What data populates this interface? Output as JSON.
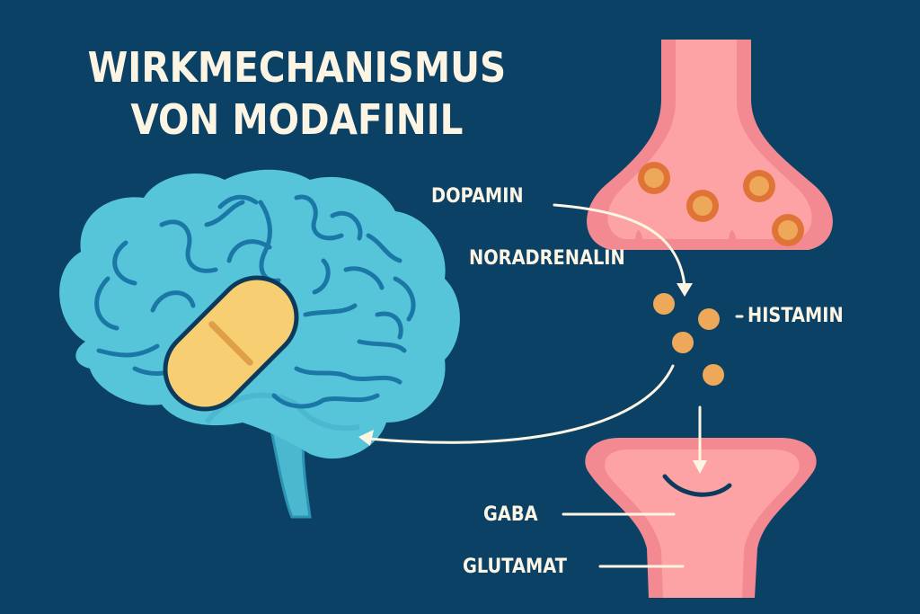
{
  "title": {
    "line1": "WIRKMECHANISMUS",
    "line2": "VON MODAFINIL"
  },
  "labels": {
    "dopamin": "DOPAMIN",
    "noradrenalin": "NORADRENALIN",
    "histamin": "HISTAMIN",
    "gaba": "GABA",
    "glutamat": "GLUTAMAT"
  },
  "icons": {
    "brain": "brain-icon",
    "pill": "pill-icon",
    "presynaptic_neuron": "presynaptic-terminal-icon",
    "postsynaptic_neuron": "postsynaptic-terminal-icon",
    "neurotransmitter": "neurotransmitter-dot-icon"
  },
  "colors": {
    "background": "#0c4166",
    "brain": "#56c5da",
    "brain_lines": "#1a77a6",
    "pill": "#f7cf72",
    "neuron": "#fda3a5",
    "neuron_edge": "#f38a91",
    "vesicle": "#e07437",
    "dot": "#eea85a",
    "text": "#fcf5e4"
  }
}
